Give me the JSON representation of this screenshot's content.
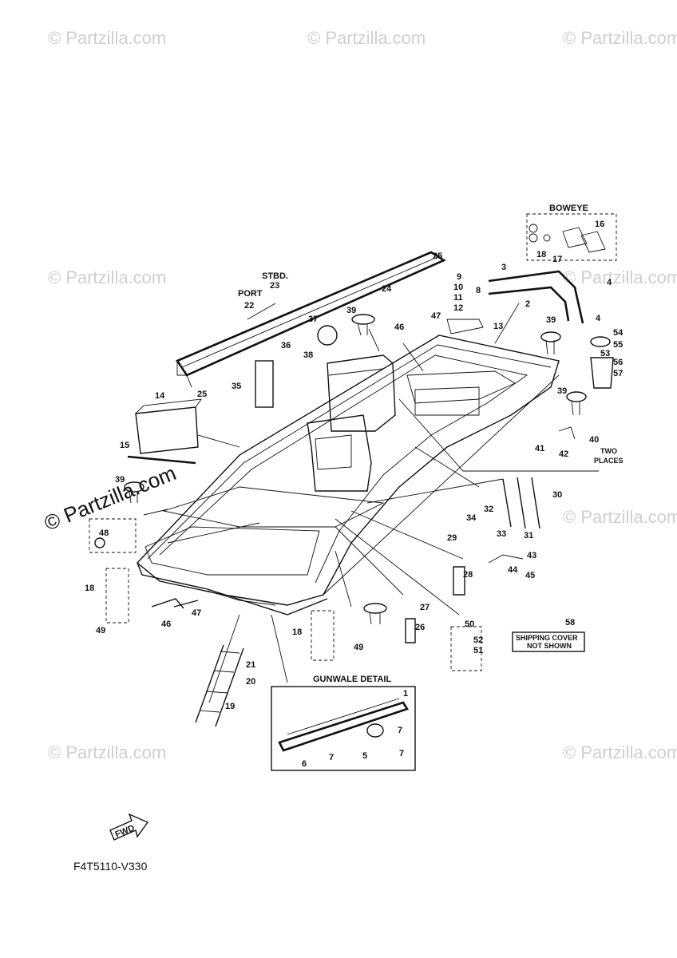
{
  "diagram_code": "F4T5110-V330",
  "watermark": "© Partzilla.com",
  "headings": {
    "boweye": "BOWEYE",
    "port": "PORT",
    "stbd": "STBD.",
    "gunwale_detail": "GUNWALE DETAIL",
    "two_places_line1": "TWO",
    "two_places_line2": "PLACES",
    "shipping_line1": "SHIPPING COVER",
    "shipping_line2": "NOT SHOWN",
    "fwd": "FWD"
  },
  "callouts": [
    "1",
    "2",
    "3",
    "4",
    "4",
    "5",
    "6",
    "7",
    "7",
    "7",
    "8",
    "9",
    "10",
    "11",
    "12",
    "13",
    "14",
    "15",
    "16",
    "17",
    "18",
    "18",
    "18",
    "19",
    "20",
    "21",
    "22",
    "23",
    "24",
    "25",
    "25",
    "26",
    "27",
    "28",
    "29",
    "30",
    "31",
    "32",
    "33",
    "34",
    "35",
    "36",
    "37",
    "38",
    "39",
    "39",
    "39",
    "39",
    "40",
    "41",
    "42",
    "43",
    "44",
    "45",
    "46",
    "46",
    "47",
    "47",
    "48",
    "49",
    "49",
    "50",
    "51",
    "52",
    "53",
    "54",
    "55",
    "56",
    "57",
    "58"
  ]
}
